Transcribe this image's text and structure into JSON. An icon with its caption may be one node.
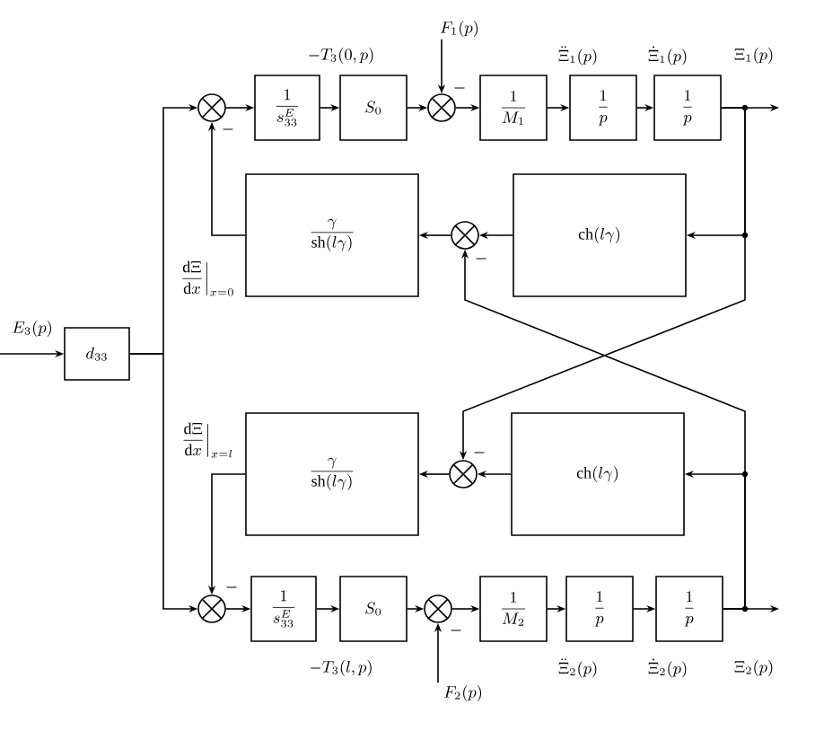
{
  "diagram": {
    "nodes": [
      {
        "text": [],
        "shape": "circle"
      },
      {
        "text": [
          "\\frac{1}{s_{33}^{E}}"
        ]
      },
      {
        "text": [
          "S_0"
        ]
      },
      {
        "text": [
          "F_1(p)"
        ]
      },
      {
        "text": [],
        "shape": "circle"
      },
      {
        "text": [
          "\\frac{1}{M_1}"
        ]
      },
      {
        "text": [
          "\\frac{1}{p}"
        ]
      },
      {
        "text": [
          "\\frac{1}{p}"
        ]
      },
      {
        "text": [
          "\\frac{\\gamma}{\\mathrm{sh}(l\\gamma)}"
        ]
      },
      {
        "text": [],
        "shape": "circle"
      },
      {
        "text": [
          "\\mathrm{ch}(l\\gamma)"
        ]
      },
      {
        "text": [
          "d_{33}"
        ]
      },
      {
        "text": [
          "\\frac{\\gamma}{\\mathrm{sh}(l\\gamma)}"
        ]
      },
      {
        "text": [],
        "shape": "circle"
      },
      {
        "text": [
          "\\mathrm{ch}(l\\gamma)"
        ]
      },
      {
        "text": [],
        "shape": "circle"
      },
      {
        "text": [
          "\\frac{1}{s_{33}^{E}}"
        ]
      },
      {
        "text": [
          "S_0"
        ]
      },
      {
        "text": [],
        "shape": "circle"
      },
      {
        "text": [
          "\\frac{1}{M_2}"
        ]
      },
      {
        "text": [
          "\\frac{1}{p}"
        ]
      },
      {
        "text": [
          "\\frac{1}{p}"
        ]
      },
      {
        "text": [
          "F_2(p)"
        ]
      }
    ],
    "edges": [
      {
        "from": null,
        "to": 11,
        "arrow": "to",
        "label": "E_3(p)"
      },
      {
        "from": 11,
        "to": 0,
        "arrow": "to"
      },
      {
        "from": 11,
        "to": 15,
        "arrow": "to"
      },
      {
        "from": 0,
        "to": 1,
        "arrow": "to"
      },
      {
        "from": 1,
        "to": 2,
        "arrow": "to",
        "label": "-T_3(0,p)"
      },
      {
        "from": 2,
        "to": 4,
        "arrow": "to"
      },
      {
        "from": 3,
        "to": 4,
        "arrow": "to"
      },
      {
        "from": 4,
        "to": 5,
        "arrow": "to"
      },
      {
        "from": 5,
        "to": 6,
        "arrow": "to",
        "label": "\\ddot{\\Xi}_1(p)"
      },
      {
        "from": 6,
        "to": 7,
        "arrow": "to",
        "label": "\\dot{\\Xi}_1(p)"
      },
      {
        "from": 7,
        "to": null,
        "arrow": "to",
        "label": "\\Xi_1(p)"
      },
      {
        "from": 7,
        "to": 10,
        "arrow": "to"
      },
      {
        "from": 7,
        "to": 13,
        "arrow": "to"
      },
      {
        "from": 10,
        "to": 9,
        "arrow": "to"
      },
      {
        "from": 9,
        "to": 8,
        "arrow": "to"
      },
      {
        "from": 8,
        "to": 0,
        "arrow": "to"
      },
      {
        "from": 15,
        "to": 16,
        "arrow": "to"
      },
      {
        "from": 16,
        "to": 17,
        "arrow": "to",
        "label": "-T_3(l,p)"
      },
      {
        "from": 17,
        "to": 18,
        "arrow": "to"
      },
      {
        "from": 22,
        "to": 18,
        "arrow": "to"
      },
      {
        "from": 18,
        "to": 19,
        "arrow": "to"
      },
      {
        "from": 19,
        "to": 20,
        "arrow": "to",
        "label": "\\ddot{\\Xi}_2(p)"
      },
      {
        "from": 20,
        "to": 21,
        "arrow": "to",
        "label": "\\dot{\\Xi}_2(p)"
      },
      {
        "from": 21,
        "to": null,
        "arrow": "to",
        "label": "\\Xi_2(p)"
      },
      {
        "from": 21,
        "to": 14,
        "arrow": "to"
      },
      {
        "from": 21,
        "to": 9,
        "arrow": "to"
      },
      {
        "from": 14,
        "to": 13,
        "arrow": "to"
      },
      {
        "from": 13,
        "to": 12,
        "arrow": "to"
      },
      {
        "from": 12,
        "to": 15,
        "arrow": "to"
      }
    ],
    "labels": [
      "-",
      "-",
      "\\left.\\frac{\\mathrm{d}\\Xi}{\\mathrm{d}x}\\right|_{x=0}",
      "-",
      "\\left.\\frac{\\mathrm{d}\\Xi}{\\mathrm{d}x}\\right|_{x=l}",
      "-",
      "-",
      "-"
    ]
  }
}
